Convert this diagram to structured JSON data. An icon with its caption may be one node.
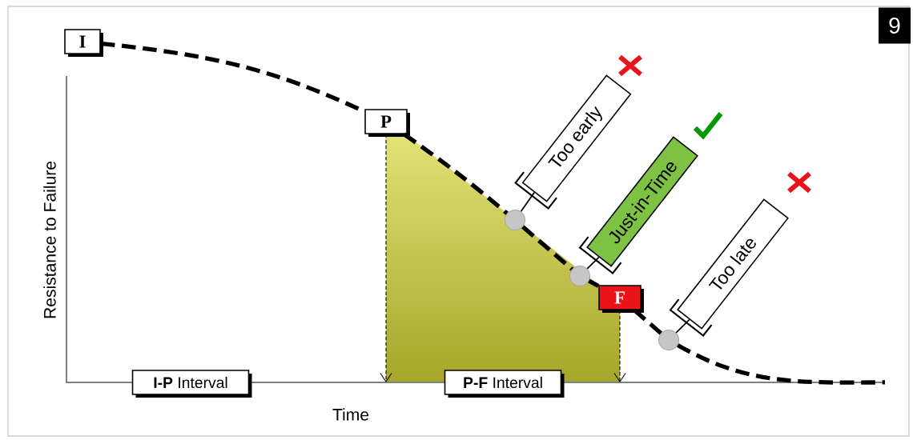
{
  "diagram": {
    "nodes": [
      {
        "text": [
          "I"
        ]
      },
      {
        "text": [
          "P"
        ]
      },
      {
        "text": [
          "F"
        ]
      },
      {
        "text": [
          "Too early"
        ]
      },
      {
        "text": [
          "Just-in-Time"
        ]
      },
      {
        "text": [
          "Too late"
        ]
      },
      {
        "text": [
          "**I-P** Interval"
        ]
      },
      {
        "text": [
          "**P-F** Interval"
        ]
      },
      {
        "text": [],
        "shape": "circle"
      },
      {
        "text": [],
        "shape": "circle"
      },
      {
        "text": [],
        "shape": "circle"
      }
    ],
    "edges": [
      {
        "from": 0,
        "to": 1,
        "arrow": "none",
        "style": "dashed"
      },
      {
        "from": 1,
        "to": 8,
        "arrow": "none",
        "style": "dashed"
      },
      {
        "from": 8,
        "to": 9,
        "arrow": "none",
        "style": "dashed"
      },
      {
        "from": 9,
        "to": 2,
        "arrow": "none",
        "style": "dashed"
      },
      {
        "from": 2,
        "to": 10,
        "arrow": "none",
        "style": "dashed"
      },
      {
        "from": 10,
        "to": null,
        "arrow": "none",
        "style": "dashed"
      },
      {
        "from": 1,
        "to": null,
        "arrow": "to",
        "style": "dashed"
      },
      {
        "from": 2,
        "to": null,
        "arrow": "to",
        "style": "dashed"
      },
      {
        "from": 3,
        "to": 8,
        "arrow": "none"
      },
      {
        "from": 4,
        "to": 9,
        "arrow": "none"
      },
      {
        "from": 5,
        "to": 10,
        "arrow": "none"
      }
    ],
    "labels": [
      "9",
      "Resistance to Failure",
      "Time"
    ]
  }
}
